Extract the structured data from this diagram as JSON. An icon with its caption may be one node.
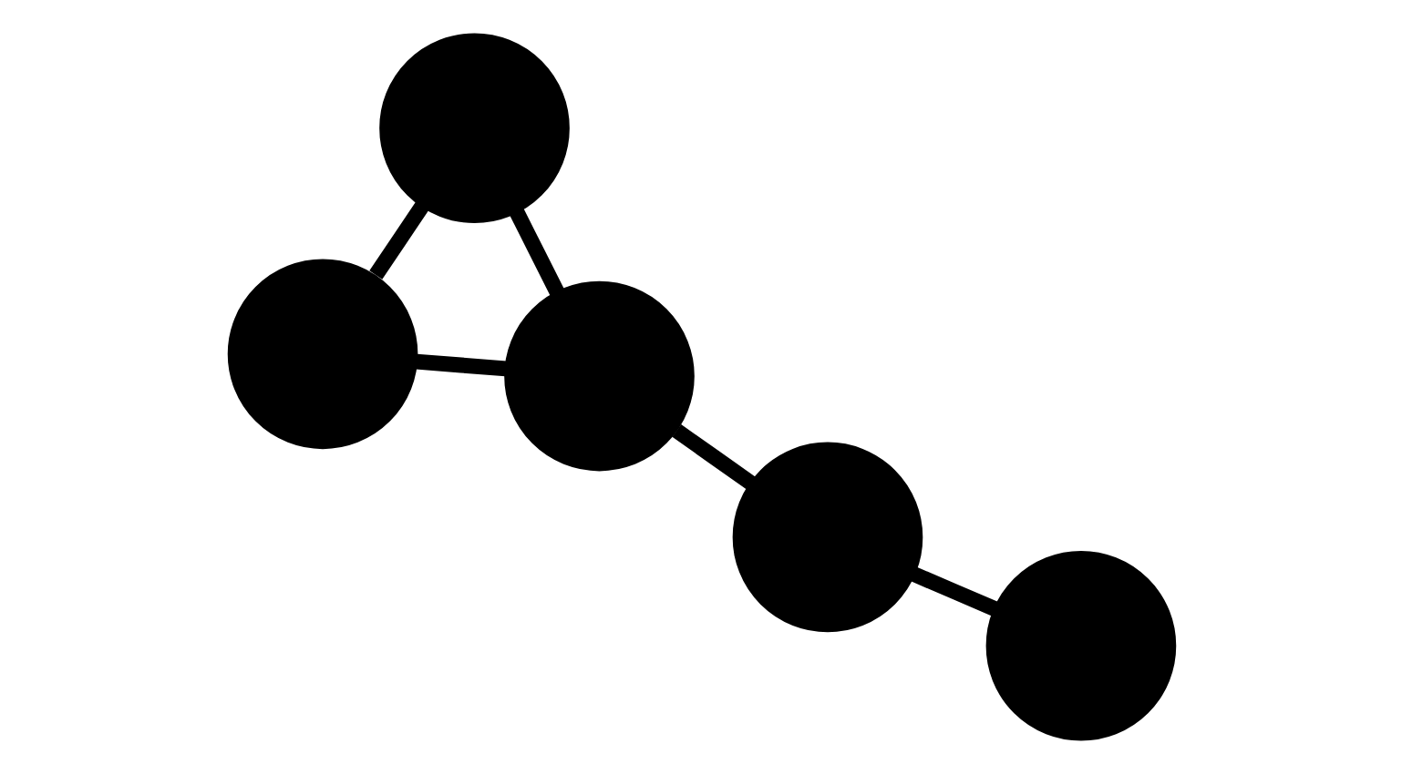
{
  "diagram": {
    "nodes": [
      {
        "text": [],
        "shape": "circle"
      },
      {
        "text": [],
        "shape": "circle"
      },
      {
        "text": [],
        "shape": "circle"
      },
      {
        "text": [],
        "shape": "circle"
      },
      {
        "text": [],
        "shape": "circle"
      }
    ],
    "edges": [
      {
        "from": 0,
        "to": 3,
        "arrow": "none"
      },
      {
        "from": 0,
        "to": 4,
        "arrow": "none"
      },
      {
        "from": 3,
        "to": 4,
        "arrow": "none"
      },
      {
        "from": 4,
        "to": 2,
        "arrow": "none"
      },
      {
        "from": 1,
        "to": 2,
        "arrow": "none"
      }
    ]
  }
}
